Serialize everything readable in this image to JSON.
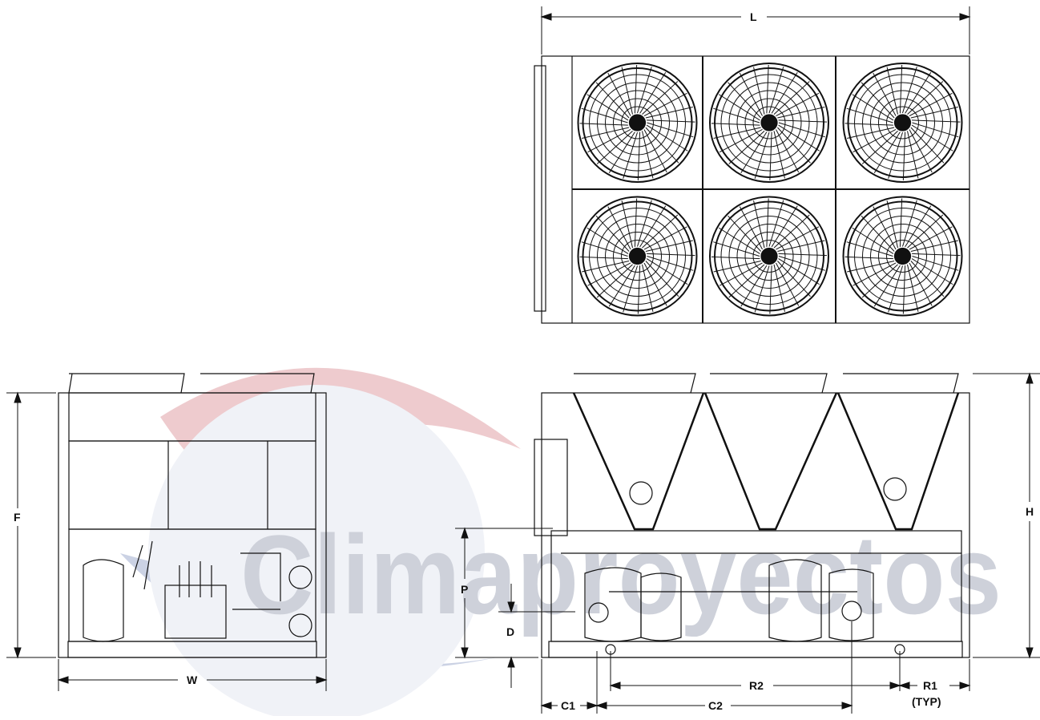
{
  "watermark": {
    "text": "Climaproyectos",
    "colors": {
      "text": "#b8bcc8",
      "swoosh_red": "#e9b9bd",
      "swoosh_blue": "#b9c4dc"
    }
  },
  "top_view": {
    "fan_count": 6,
    "fan_rows": 2,
    "fan_cols": 3
  },
  "dimensions": {
    "L": "L",
    "W": "W",
    "F": "F",
    "H": "H",
    "P": "P",
    "D": "D",
    "C1": "C1",
    "C2": "C2",
    "R1": "R1",
    "R1_note": "(TYP)",
    "R2": "R2"
  },
  "colors": {
    "line": "#111111",
    "panel": "#ffffff"
  }
}
